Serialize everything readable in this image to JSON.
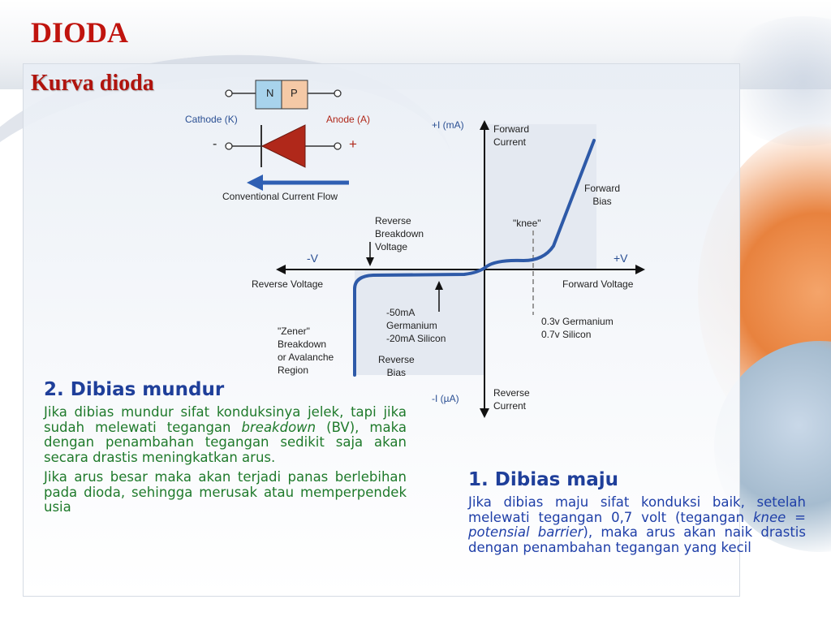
{
  "slide": {
    "title": "DIODA",
    "subtitle": "Kurva dioda"
  },
  "diagram": {
    "n_label": "N",
    "p_label": "P",
    "cathode": "Cathode (K)",
    "anode": "Anode (A)",
    "minus": "-",
    "plus": "+",
    "flow": "Conventional Current Flow",
    "plus_i": "+I (mA)",
    "minus_i": "-I (µA)",
    "plus_v": "+V",
    "minus_v": "-V",
    "forward_current": [
      "Forward",
      "Current"
    ],
    "reverse_current": [
      "Reverse",
      "Current"
    ],
    "forward_bias": [
      "Forward",
      "Bias"
    ],
    "reverse_bias": [
      "Reverse",
      "Bias"
    ],
    "knee": "\"knee\"",
    "reverse_breakdown": [
      "Reverse",
      "Breakdown",
      "Voltage"
    ],
    "reverse_voltage": "Reverse Voltage",
    "forward_voltage": "Forward Voltage",
    "germanium_silicon_current": [
      "-50mA",
      "Germanium",
      "-20mA Silicon"
    ],
    "knee_voltages": [
      "0.3v Germanium",
      "0.7v Silicon"
    ],
    "zener": [
      "\"Zener\"",
      "Breakdown",
      "or Avalanche",
      "Region"
    ]
  },
  "reverse": {
    "title": "2. Dibias mundur",
    "p1": "Jika dibias mundur sifat konduksinya jelek, tapi jika sudah melewati tegangan ",
    "p1_italic": "breakdown",
    "p1_end": " (BV), maka dengan penambahan tegangan sedikit saja akan secara drastis meningkatkan arus.",
    "p2": "Jika arus besar maka akan terjadi panas berlebihan pada dioda, sehingga merusak atau memperpendek usia"
  },
  "forward": {
    "title": "1. Dibias maju",
    "p1": "Jika dibias maju sifat konduksi baik, setelah melewati tegangan 0,7 volt (tegangan ",
    "p1_italic": "knee = potensial barrier",
    "p1_end": "), maka arus akan naik drastis dengan penambahan tegangan yang kecil"
  },
  "colors": {
    "title": "#c0140e",
    "curve": "#2e5aa8",
    "reverse_text": "#1f7a2b",
    "forward_text": "#1f3fa8",
    "n_region": "#a8d3ec",
    "p_region": "#f5c9a6",
    "diode_triangle": "#b0281a"
  }
}
